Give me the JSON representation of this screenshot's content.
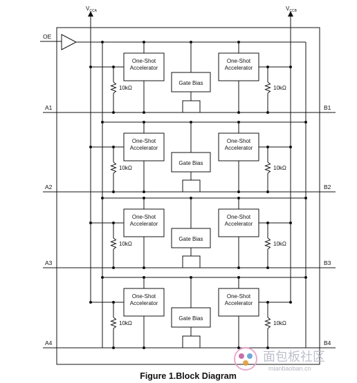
{
  "caption": "Figure 1.Block Diagram",
  "supply": {
    "vcca_main": "V",
    "vcca_sub": "CCA",
    "vccb_main": "V",
    "vccb_sub": "CCB"
  },
  "oe_label": "OE",
  "channels": [
    {
      "a": "A1",
      "b": "B1"
    },
    {
      "a": "A2",
      "b": "B2"
    },
    {
      "a": "A3",
      "b": "B3"
    },
    {
      "a": "A4",
      "b": "B4"
    }
  ],
  "block_labels": {
    "one_shot_line1": "One-Shot",
    "one_shot_line2": "Accelerator",
    "gate_bias": "Gate Bias",
    "resistor": "10kΩ"
  },
  "watermark": {
    "text": "面包板社区",
    "url": "mianbaoban.cn"
  }
}
